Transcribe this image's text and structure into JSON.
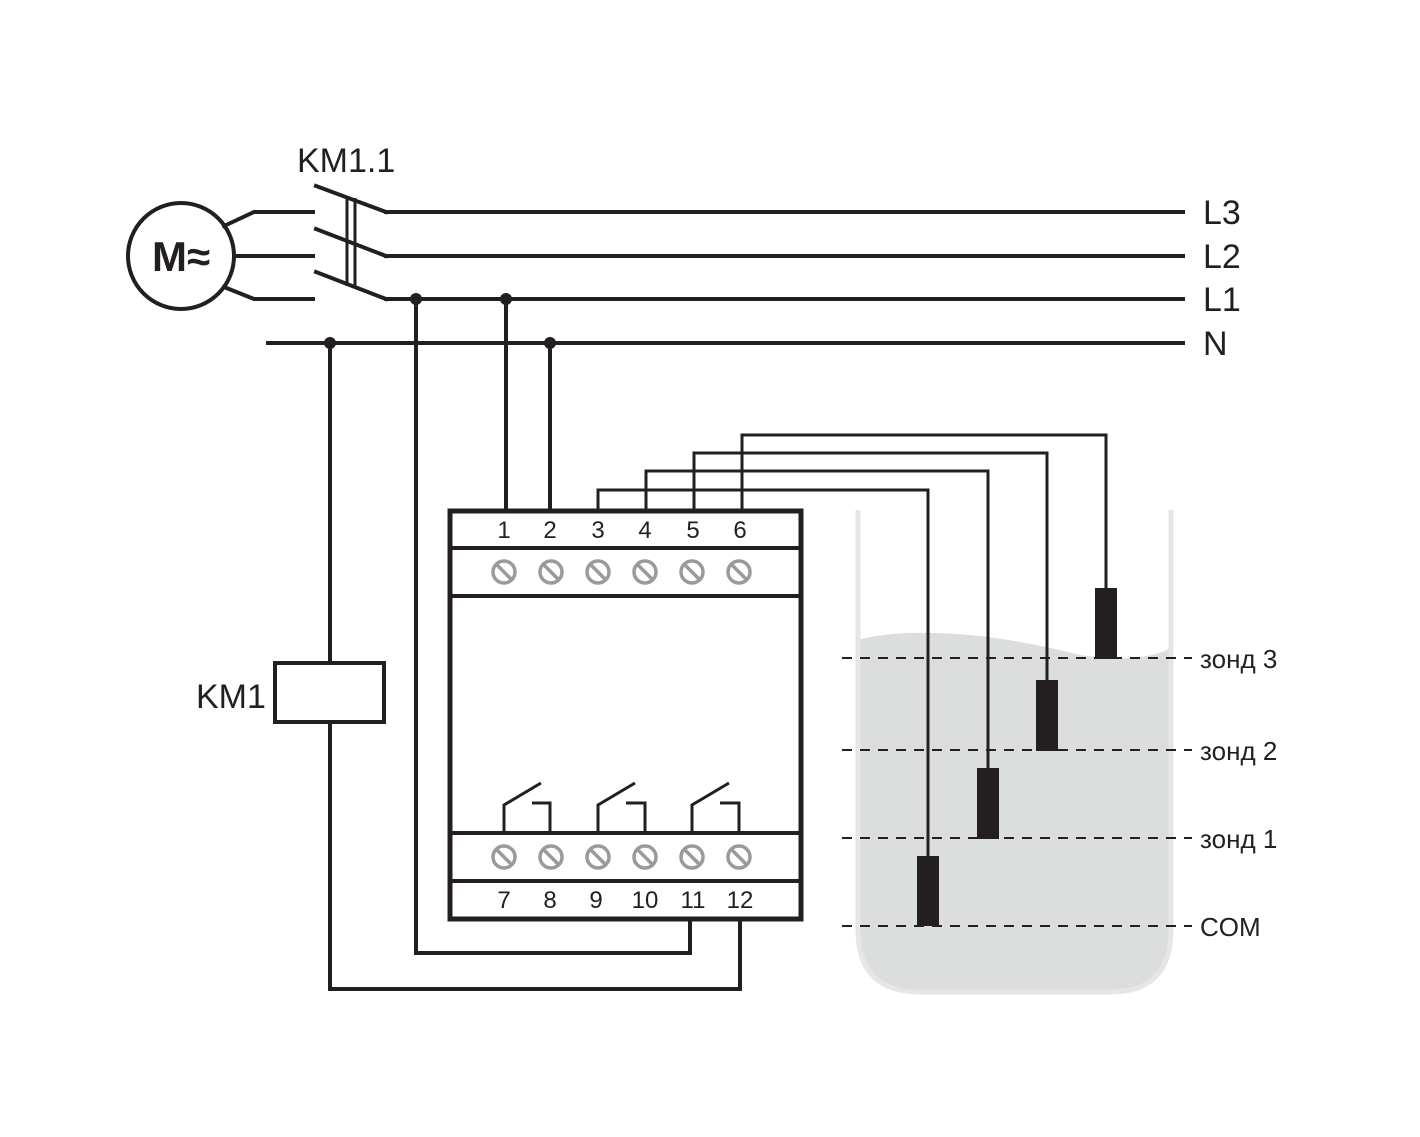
{
  "motor": {
    "label": "M≈"
  },
  "contactor": {
    "contact_label": "KM1.1",
    "coil_label": "KM1"
  },
  "lines": [
    {
      "name": "L3"
    },
    {
      "name": "L2"
    },
    {
      "name": "L1"
    },
    {
      "name": "N"
    }
  ],
  "relay": {
    "top_terminals": [
      "1",
      "2",
      "3",
      "4",
      "5",
      "6"
    ],
    "bottom_terminals": [
      "7",
      "8",
      "9",
      "10",
      "11",
      "12"
    ]
  },
  "tank": {
    "levels": [
      "зонд 3",
      "зонд 2",
      "зонд 1",
      "COM"
    ]
  },
  "colors": {
    "ink": "#231f20",
    "water": "#dcdddd",
    "tank_wall": "#e6e6e6",
    "screw": "#9a9a9a"
  }
}
